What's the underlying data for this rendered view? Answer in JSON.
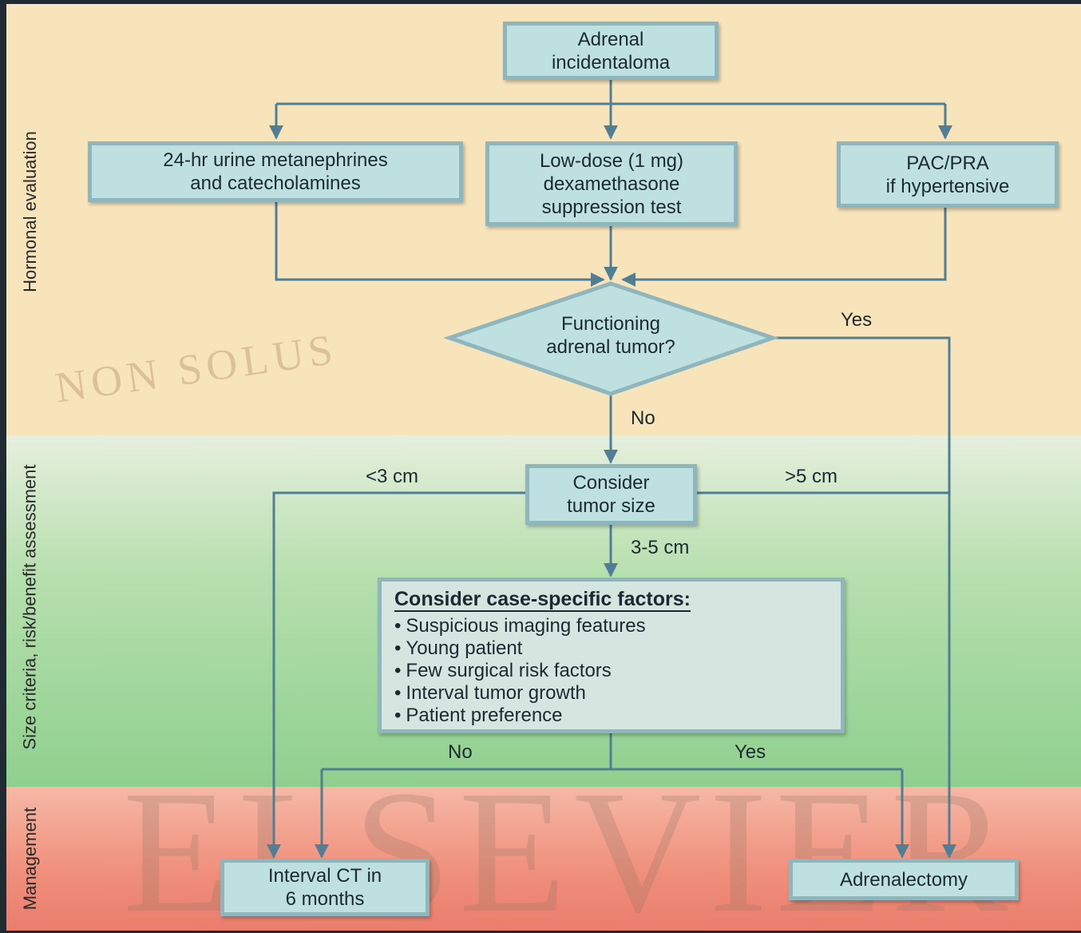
{
  "bands": {
    "hormonal": "Hormonal evaluation",
    "size": "Size criteria, risk/benefit assessment",
    "management": "Management"
  },
  "watermark": {
    "publisher": "ELSEVIER",
    "seal": "NON SOLUS"
  },
  "nodes": {
    "start": "Adrenal\nincidentaloma",
    "urine_test": "24-hr urine metanephrines\nand catecholamines",
    "dex_test": "Low-dose (1 mg)\ndexamethasone\nsuppression test",
    "pac_test": "PAC/PRA\nif hypertensive",
    "functioning": "Functioning\nadrenal tumor?",
    "tumor_size": "Consider\ntumor size",
    "interval_ct": "Interval CT in\n6 months",
    "adrenalectomy": "Adrenalectomy"
  },
  "factors": {
    "title": "Consider case-specific factors:",
    "items": [
      "Suspicious imaging features",
      "Young patient",
      "Few surgical risk factors",
      "Interval tumor growth",
      "Patient preference"
    ]
  },
  "edge_labels": {
    "functioning_yes": "Yes",
    "functioning_no": "No",
    "size_small": "<3 cm",
    "size_large": ">5 cm",
    "size_mid": "3-5 cm",
    "factors_no": "No",
    "factors_yes": "Yes"
  },
  "colors": {
    "hormonal_band": "#f8e4bb",
    "size_band": "#a9dca4",
    "management_band": "#ef8f7b",
    "box_fill": "#bfe0e0",
    "box_border": "#8fb6bd",
    "connector": "#4f7e95"
  }
}
